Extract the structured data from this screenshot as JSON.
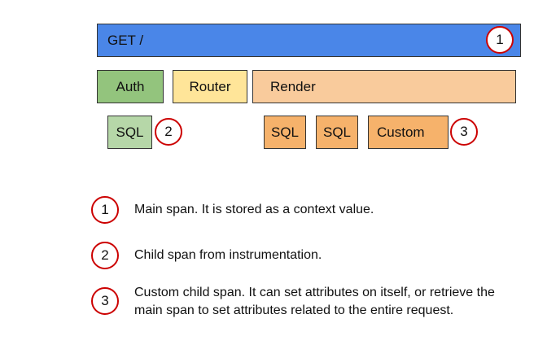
{
  "spans": {
    "main": {
      "label": "GET /",
      "color": "#4a86e8"
    },
    "auth": {
      "label": "Auth",
      "color": "#93c47d"
    },
    "router": {
      "label": "Router",
      "color": "#ffe599"
    },
    "render": {
      "label": "Render",
      "color": "#f9cb9c"
    },
    "auth_sql": {
      "label": "SQL",
      "color": "#b6d7a8"
    },
    "render_sql_1": {
      "label": "SQL",
      "color": "#f6b26b"
    },
    "render_sql_2": {
      "label": "SQL",
      "color": "#f6b26b"
    },
    "custom": {
      "label": "Custom",
      "color": "#f6b26b"
    }
  },
  "markers": {
    "one": "1",
    "two": "2",
    "three": "3"
  },
  "marker_color": "#cc0000",
  "legend": [
    {
      "number": "1",
      "text": "Main span. It is stored as a context value."
    },
    {
      "number": "2",
      "text": "Child span from instrumentation."
    },
    {
      "number": "3",
      "text": "Custom child span. It can set attributes on itself, or retrieve the main span to set attributes related to the entire request."
    }
  ]
}
